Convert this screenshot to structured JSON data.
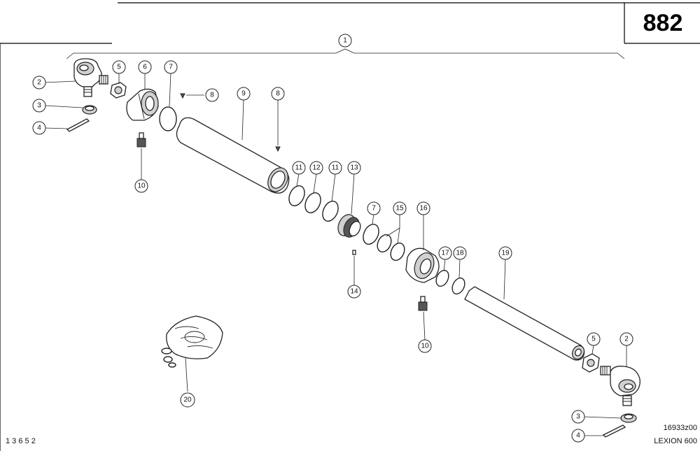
{
  "page_number": "882",
  "drawing_ref": "16933z00",
  "model": "LEXION 600",
  "corner_code": "1 3 6 5 2",
  "callouts": [
    {
      "label": "1"
    },
    {
      "label": "2"
    },
    {
      "label": "5"
    },
    {
      "label": "6"
    },
    {
      "label": "7"
    },
    {
      "label": "8"
    },
    {
      "label": "9"
    },
    {
      "label": "8"
    },
    {
      "label": "3"
    },
    {
      "label": "4"
    },
    {
      "label": "10"
    },
    {
      "label": "11"
    },
    {
      "label": "12"
    },
    {
      "label": "11"
    },
    {
      "label": "13"
    },
    {
      "label": "14"
    },
    {
      "label": "7"
    },
    {
      "label": "15"
    },
    {
      "label": "16"
    },
    {
      "label": "17"
    },
    {
      "label": "18"
    },
    {
      "label": "19"
    },
    {
      "label": "10"
    },
    {
      "label": "5"
    },
    {
      "label": "2"
    },
    {
      "label": "3"
    },
    {
      "label": "4"
    },
    {
      "label": "20"
    }
  ]
}
